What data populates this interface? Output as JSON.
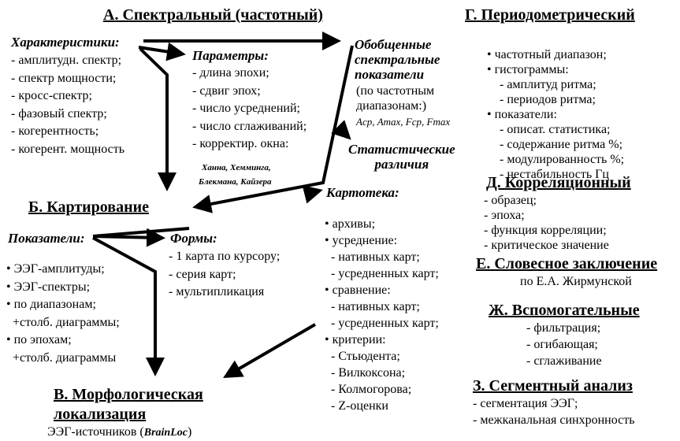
{
  "a": {
    "title": "А. Спектральный (частотный)",
    "char_title": "Характеристики:",
    "char": [
      "- амплитудн. спектр;",
      "- спектр мощности;",
      "- кросс-спектр;",
      "- фазовый спектр;",
      "- когерентность;",
      "- когерент. мощность"
    ],
    "param_title": "Параметры:",
    "params": [
      "- длина эпохи;",
      "- сдвиг эпох;",
      "- число усреднений;",
      "- число сглаживаний;",
      "- корректир. окна:"
    ],
    "windows": [
      "Ханна, Хемминга,",
      "Блекмана, Кайзера"
    ],
    "gen_title": [
      "Обобщенные",
      "спектральные",
      "показатели"
    ],
    "gen_sub": [
      "(по частотным",
      "диапазонам:)"
    ],
    "gen_vars": "Aср, Amax, Fср, Fmax",
    "stat": [
      "Статистические",
      "различия"
    ]
  },
  "b": {
    "title": "Б. Картирование",
    "ind_title": "Показатели:",
    "ind": [
      "• ЭЭГ-амплитуды;",
      "• ЭЭГ-спектры;",
      "• по диапазонам;",
      "  +столб. диаграммы;",
      "• по эпохам;",
      "  +столб. диаграммы"
    ],
    "forms_title": "Формы:",
    "forms": [
      "- 1 карта по курсору;",
      "- серия карт;",
      "- мультипликация"
    ],
    "card_title": "Картотека:",
    "card": [
      "• архивы;",
      "• усреднение:",
      "  - нативных карт;",
      "  - усредненных карт;",
      "• сравнение:",
      "  - нативных карт;",
      "  - усредненных карт;",
      "• критерии:",
      "  - Стьюдента;",
      "  - Вилкоксона;",
      "  - Колмогорова;",
      "  - Z-оценки"
    ]
  },
  "v": {
    "title": [
      "В. Морфологическая",
      "локализация"
    ],
    "sub": "ЭЭГ-источников (",
    "sub_it": "BrainLoc",
    "sub_end": ")"
  },
  "g": {
    "title": "Г. Периодометрический",
    "items": [
      "• частотный диапазон;",
      "• гистограммы:",
      "    - амплитуд ритма;",
      "    - периодов ритма;",
      "• показатели:",
      "    - описат. статистика;",
      "    - содержание ритма %;",
      "    - модулированность %;",
      "    - нестабильность Гц"
    ]
  },
  "d": {
    "title": "Д. Корреляционный",
    "items": [
      "- образец;",
      "- эпоха;",
      "- функция корреляции;",
      "- критическое значение"
    ]
  },
  "e": {
    "title": "Е. Словесное заключение",
    "sub": "по Е.А. Жирмунской"
  },
  "zh": {
    "title": "Ж. Вспомогательные",
    "items": [
      "- фильтрация;",
      "- огибающая;",
      "- сглаживание"
    ]
  },
  "z": {
    "title": "З. Сегментный анализ",
    "items": [
      "- сегментация ЭЭГ;",
      "- межканальная синхронность"
    ]
  }
}
